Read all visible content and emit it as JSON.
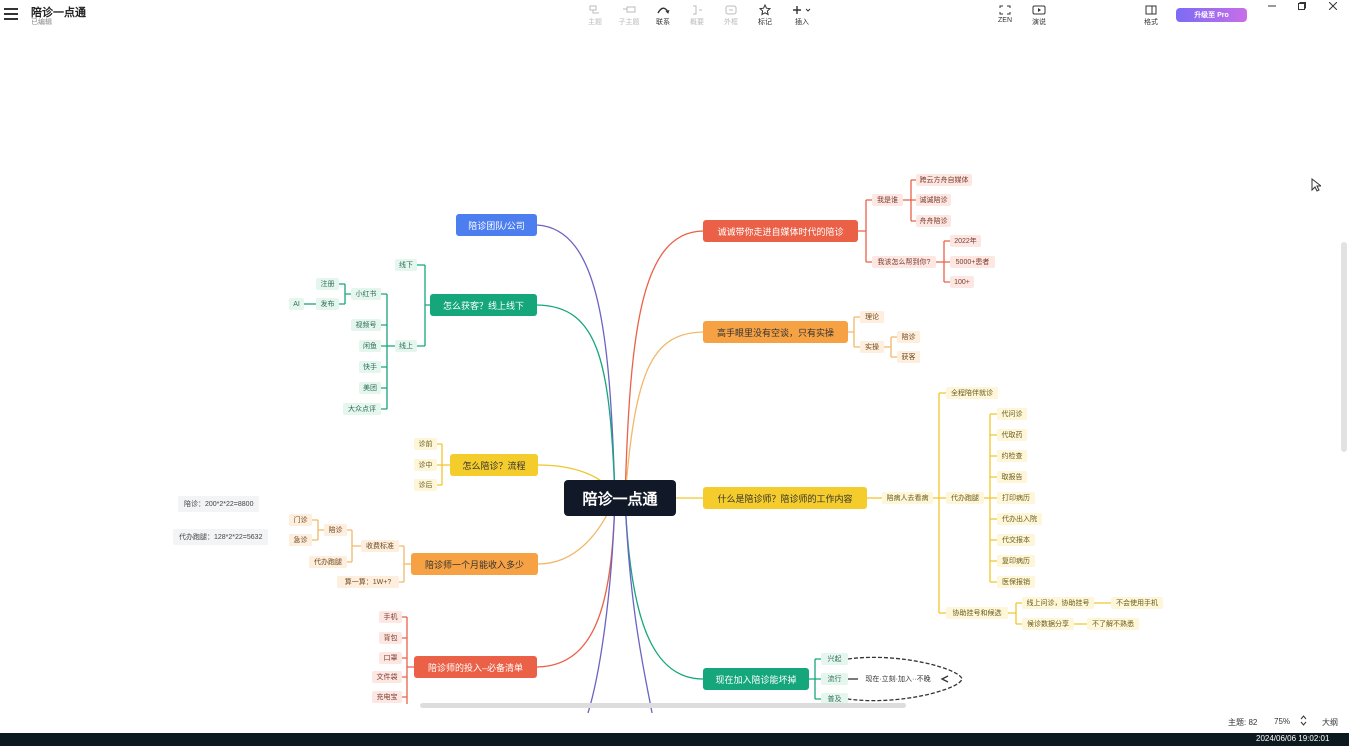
{
  "header": {
    "doc_title": "陪诊一点通",
    "doc_status": "已编辑",
    "toolbar": [
      {
        "label": "主题",
        "icon": "topic-icon",
        "enabled": false
      },
      {
        "label": "子主题",
        "icon": "subtopic-icon",
        "enabled": false
      },
      {
        "label": "联系",
        "icon": "relation-icon",
        "enabled": true
      },
      {
        "label": "概要",
        "icon": "summary-icon",
        "enabled": false
      },
      {
        "label": "外框",
        "icon": "boundary-icon",
        "enabled": false
      },
      {
        "label": "标记",
        "icon": "star-icon",
        "enabled": true
      },
      {
        "label": "插入",
        "icon": "plus-icon",
        "enabled": true
      }
    ],
    "right_tools": [
      {
        "label": "ZEN",
        "icon": "fullscreen-icon"
      },
      {
        "label": "演说",
        "icon": "play-icon"
      },
      {
        "label": "格式",
        "icon": "format-panel-icon"
      }
    ],
    "pro_button": "升级至 Pro"
  },
  "mindmap": {
    "root": "陪诊一点通",
    "branches": {
      "team": "陪诊团队/公司",
      "acquire": "怎么获客？线上线下",
      "acquire_offline": "线下",
      "acquire_online": "线上",
      "xhs": "小红书",
      "register": "注册",
      "publish": "发布",
      "ai": "AI",
      "channels": "视频号",
      "xianyu": "闲鱼",
      "kuaishou": "快手",
      "meituan": "美团",
      "dianping": "大众点评",
      "process": "怎么陪诊？流程",
      "before": "诊前",
      "during": "诊中",
      "after": "诊后",
      "income": "陪诊师一个月能收入多少",
      "fee_std": "收费标准",
      "peizhen": "陪诊",
      "menzhen": "门诊",
      "jizhen": "急诊",
      "daiban": "代办跑腿",
      "calc": "算一算：1W+?",
      "invest": "陪诊师的投入–必备清单",
      "phone": "手机",
      "bag": "背包",
      "mask": "口罩",
      "folder": "文件袋",
      "charger": "充电宝",
      "intro": "诚诚带你走进自媒体时代的陪诊",
      "who": "我是谁",
      "who1": "跨云方舟自媒体",
      "who2": "诚诚陪诊",
      "who3": "舟舟陪诊",
      "how_help": "我该怎么帮到你?",
      "y2022": "2022年",
      "patients": "5000+患者",
      "hundred": "100+",
      "practice": "高手眼里没有空谈，只有实操",
      "theory": "理论",
      "practical": "实操",
      "pz2": "陪诊",
      "getcust": "获客",
      "what": "什么是陪诊师？陪诊师的工作内容",
      "accompany": "陪病人去看病",
      "full": "全程陪伴就诊",
      "errands": "代办跑腿",
      "e1": "代问诊",
      "e2": "代取药",
      "e3": "约检查",
      "e4": "取报告",
      "e5": "打印病历",
      "e6": "代办出入院",
      "e7": "代交报本",
      "e8": "复印病历",
      "e9": "医保报销",
      "assist": "协助挂号和候选",
      "a1": "线上问诊，协助挂号",
      "a1b": "不会使用手机",
      "a2": "候诊数据分享",
      "a2b": "不了解不熟悉",
      "join": "现在加入陪诊能坏掉",
      "j1": "兴起",
      "j2": "流行",
      "j3": "普及",
      "j_note": "现在·立刻·加入··不晚"
    },
    "notes": {
      "n1": "陪诊：200*2*22=8800",
      "n2": "代办跑腿：128*2*22=5632"
    },
    "colors": {
      "root": "#111827",
      "blue": "#4d7ef0",
      "green": "#16a67c",
      "yellow": "#f4cc2c",
      "orange": "#f6a244",
      "red": "#ea6148"
    }
  },
  "status": {
    "topic_count": "主题: 82",
    "zoom": "75%",
    "outline": "大纲",
    "clock": "2024/06/06 19:02:01"
  }
}
